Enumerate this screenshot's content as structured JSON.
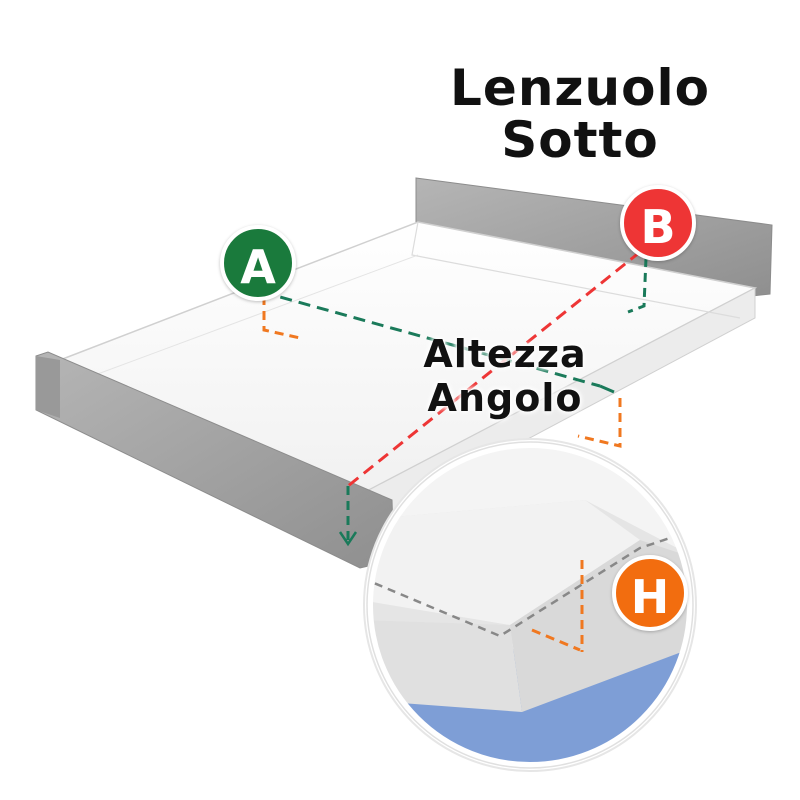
{
  "title": {
    "line1": "Lenzuolo",
    "line2": "Sotto"
  },
  "center_label": {
    "line1": "Altezza",
    "line2": "Angolo"
  },
  "markers": [
    {
      "letter": "A",
      "color": "#1a7a3c",
      "icon": "circle-badge"
    },
    {
      "letter": "B",
      "color": "#ee3535",
      "icon": "circle-badge"
    },
    {
      "letter": "H",
      "color": "#f26d0f",
      "icon": "circle-badge"
    }
  ],
  "colors": {
    "bed_frame": "#a3a3a3",
    "mattress": "#fafafa",
    "mattress_outline": "#d4d4d4",
    "zoom_base": "#7e9ed6",
    "dim_green": "#1a7a5a",
    "dim_red": "#ee3535",
    "dim_orange": "#f07820",
    "dim_gray": "#888888"
  }
}
